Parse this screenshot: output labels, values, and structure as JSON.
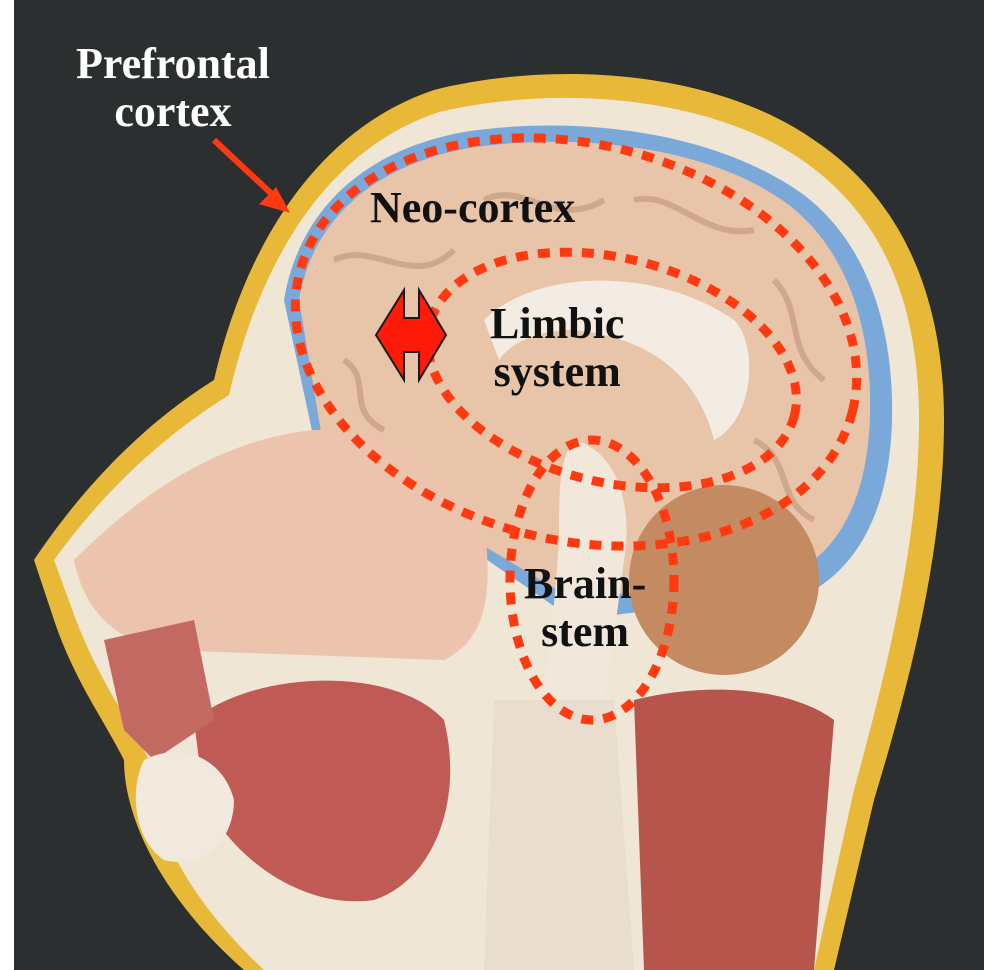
{
  "labels": {
    "prefrontal_line1": "Prefrontal",
    "prefrontal_line2": "cortex",
    "neocortex": "Neo-cortex",
    "limbic_line1": "Limbic",
    "limbic_line2": "system",
    "brainstem_line1": "Brain-",
    "brainstem_line2": "stem"
  },
  "colors": {
    "background": "#2c2f30",
    "annotation": "#ff3a10",
    "label_light": "#ffffff",
    "label_dark": "#111111",
    "skin_yellow": "#e8b838",
    "membrane_blue": "#7aa8d8",
    "brain_tissue": "#e8c4a8"
  }
}
